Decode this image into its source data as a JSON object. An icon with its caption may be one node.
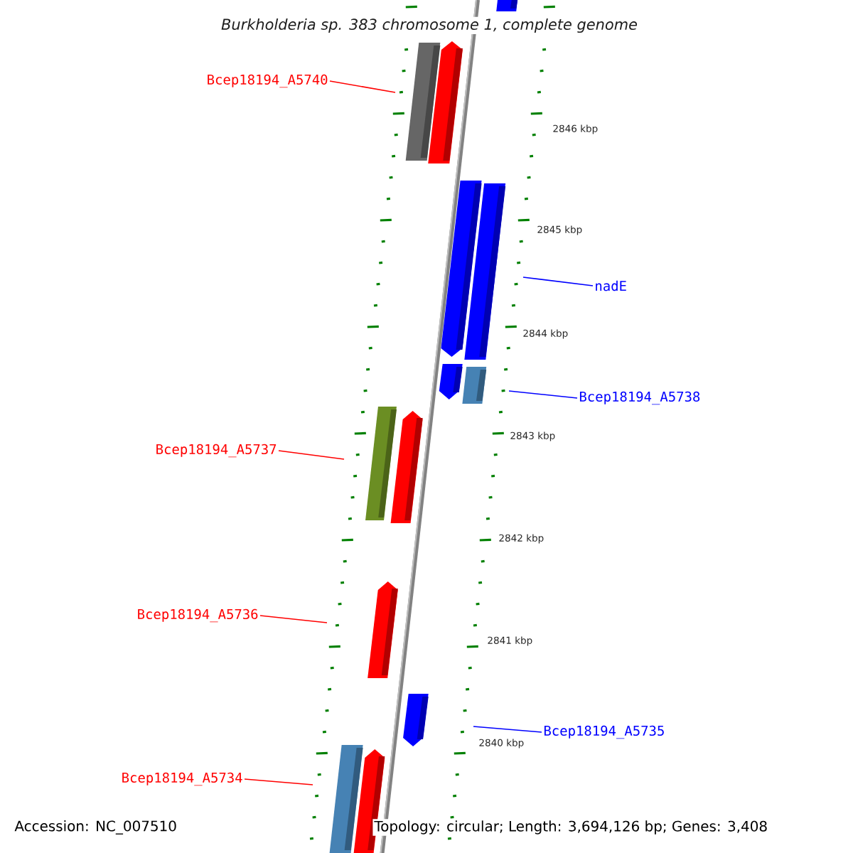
{
  "diagram": {
    "title": "Burkholderia sp. 383 chromosome 1, complete genome",
    "nodes": [
      {
        "text": [
          "Bcep18194_A5740"
        ]
      },
      {
        "text": [
          "nadE"
        ]
      },
      {
        "text": [
          "Bcep18194_A5738"
        ]
      },
      {
        "text": [
          "Bcep18194_A5737"
        ]
      },
      {
        "text": [
          "Bcep18194_A5736"
        ]
      },
      {
        "text": [
          "Bcep18194_A5735"
        ]
      },
      {
        "text": [
          "Bcep18194_A5734"
        ]
      }
    ],
    "edges": [
      {
        "from": 0,
        "to": null,
        "arrow": "none"
      },
      {
        "from": 1,
        "to": null,
        "arrow": "none",
        "color": "#0000ff"
      },
      {
        "from": 2,
        "to": null,
        "arrow": "none",
        "color": "#0000ff"
      },
      {
        "from": 3,
        "to": null,
        "arrow": "none"
      },
      {
        "from": 4,
        "to": null,
        "arrow": "none"
      },
      {
        "from": 5,
        "to": null,
        "arrow": "none",
        "color": "#0000ff"
      },
      {
        "from": 6,
        "to": null,
        "arrow": "none"
      }
    ],
    "labels": [
      "2846 kbp",
      "2845 kbp",
      "2844 kbp",
      "2843 kbp",
      "2842 kbp",
      "2841 kbp",
      "2840 kbp",
      "Accession: NC_007510",
      "Topology: circular; Length: 3,694,126 bp; Genes: 3,408"
    ]
  }
}
